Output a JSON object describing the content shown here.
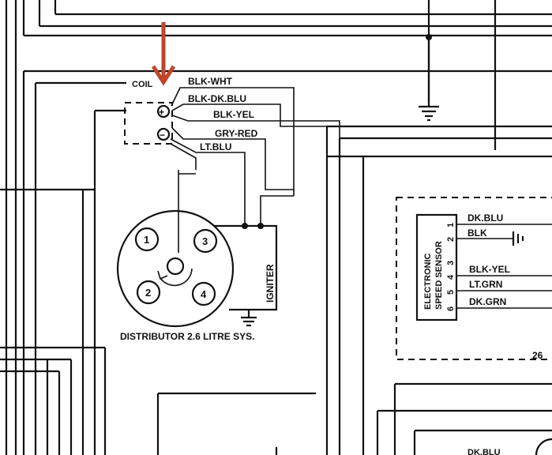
{
  "coil": {
    "label": "COIL",
    "terminal_pos": "+",
    "terminal_neg": "−"
  },
  "wires": {
    "blk_wht": "BLK-WHT",
    "blk_dk_blu": "BLK-DK.BLU",
    "blk_yel": "BLK-YEL",
    "gry_red": "GRY-RED",
    "lt_blu": "LT.BLU"
  },
  "distributor": {
    "caption": "DISTRIBUTOR 2.6 LITRE SYS.",
    "cylinders": [
      "1",
      "2",
      "3",
      "4"
    ],
    "igniter_label": "IGNITER"
  },
  "speed_sensor": {
    "title_line1": "ELECTRONIC",
    "title_line2": "SPEED SENSOR",
    "pins": [
      "1",
      "2",
      "3",
      "4",
      "5",
      "6"
    ],
    "wires": [
      "DK.BLU",
      "BLK",
      "BLK-YEL",
      "LT.GRN",
      "DK.GRN"
    ],
    "page_ref": "26",
    "bottom_wire": "DK.BLU"
  },
  "colors": {
    "arrow": "#c0452a",
    "ink": "#111111"
  },
  "icons": [
    "arrow-down-icon",
    "ground-symbol-icon"
  ]
}
